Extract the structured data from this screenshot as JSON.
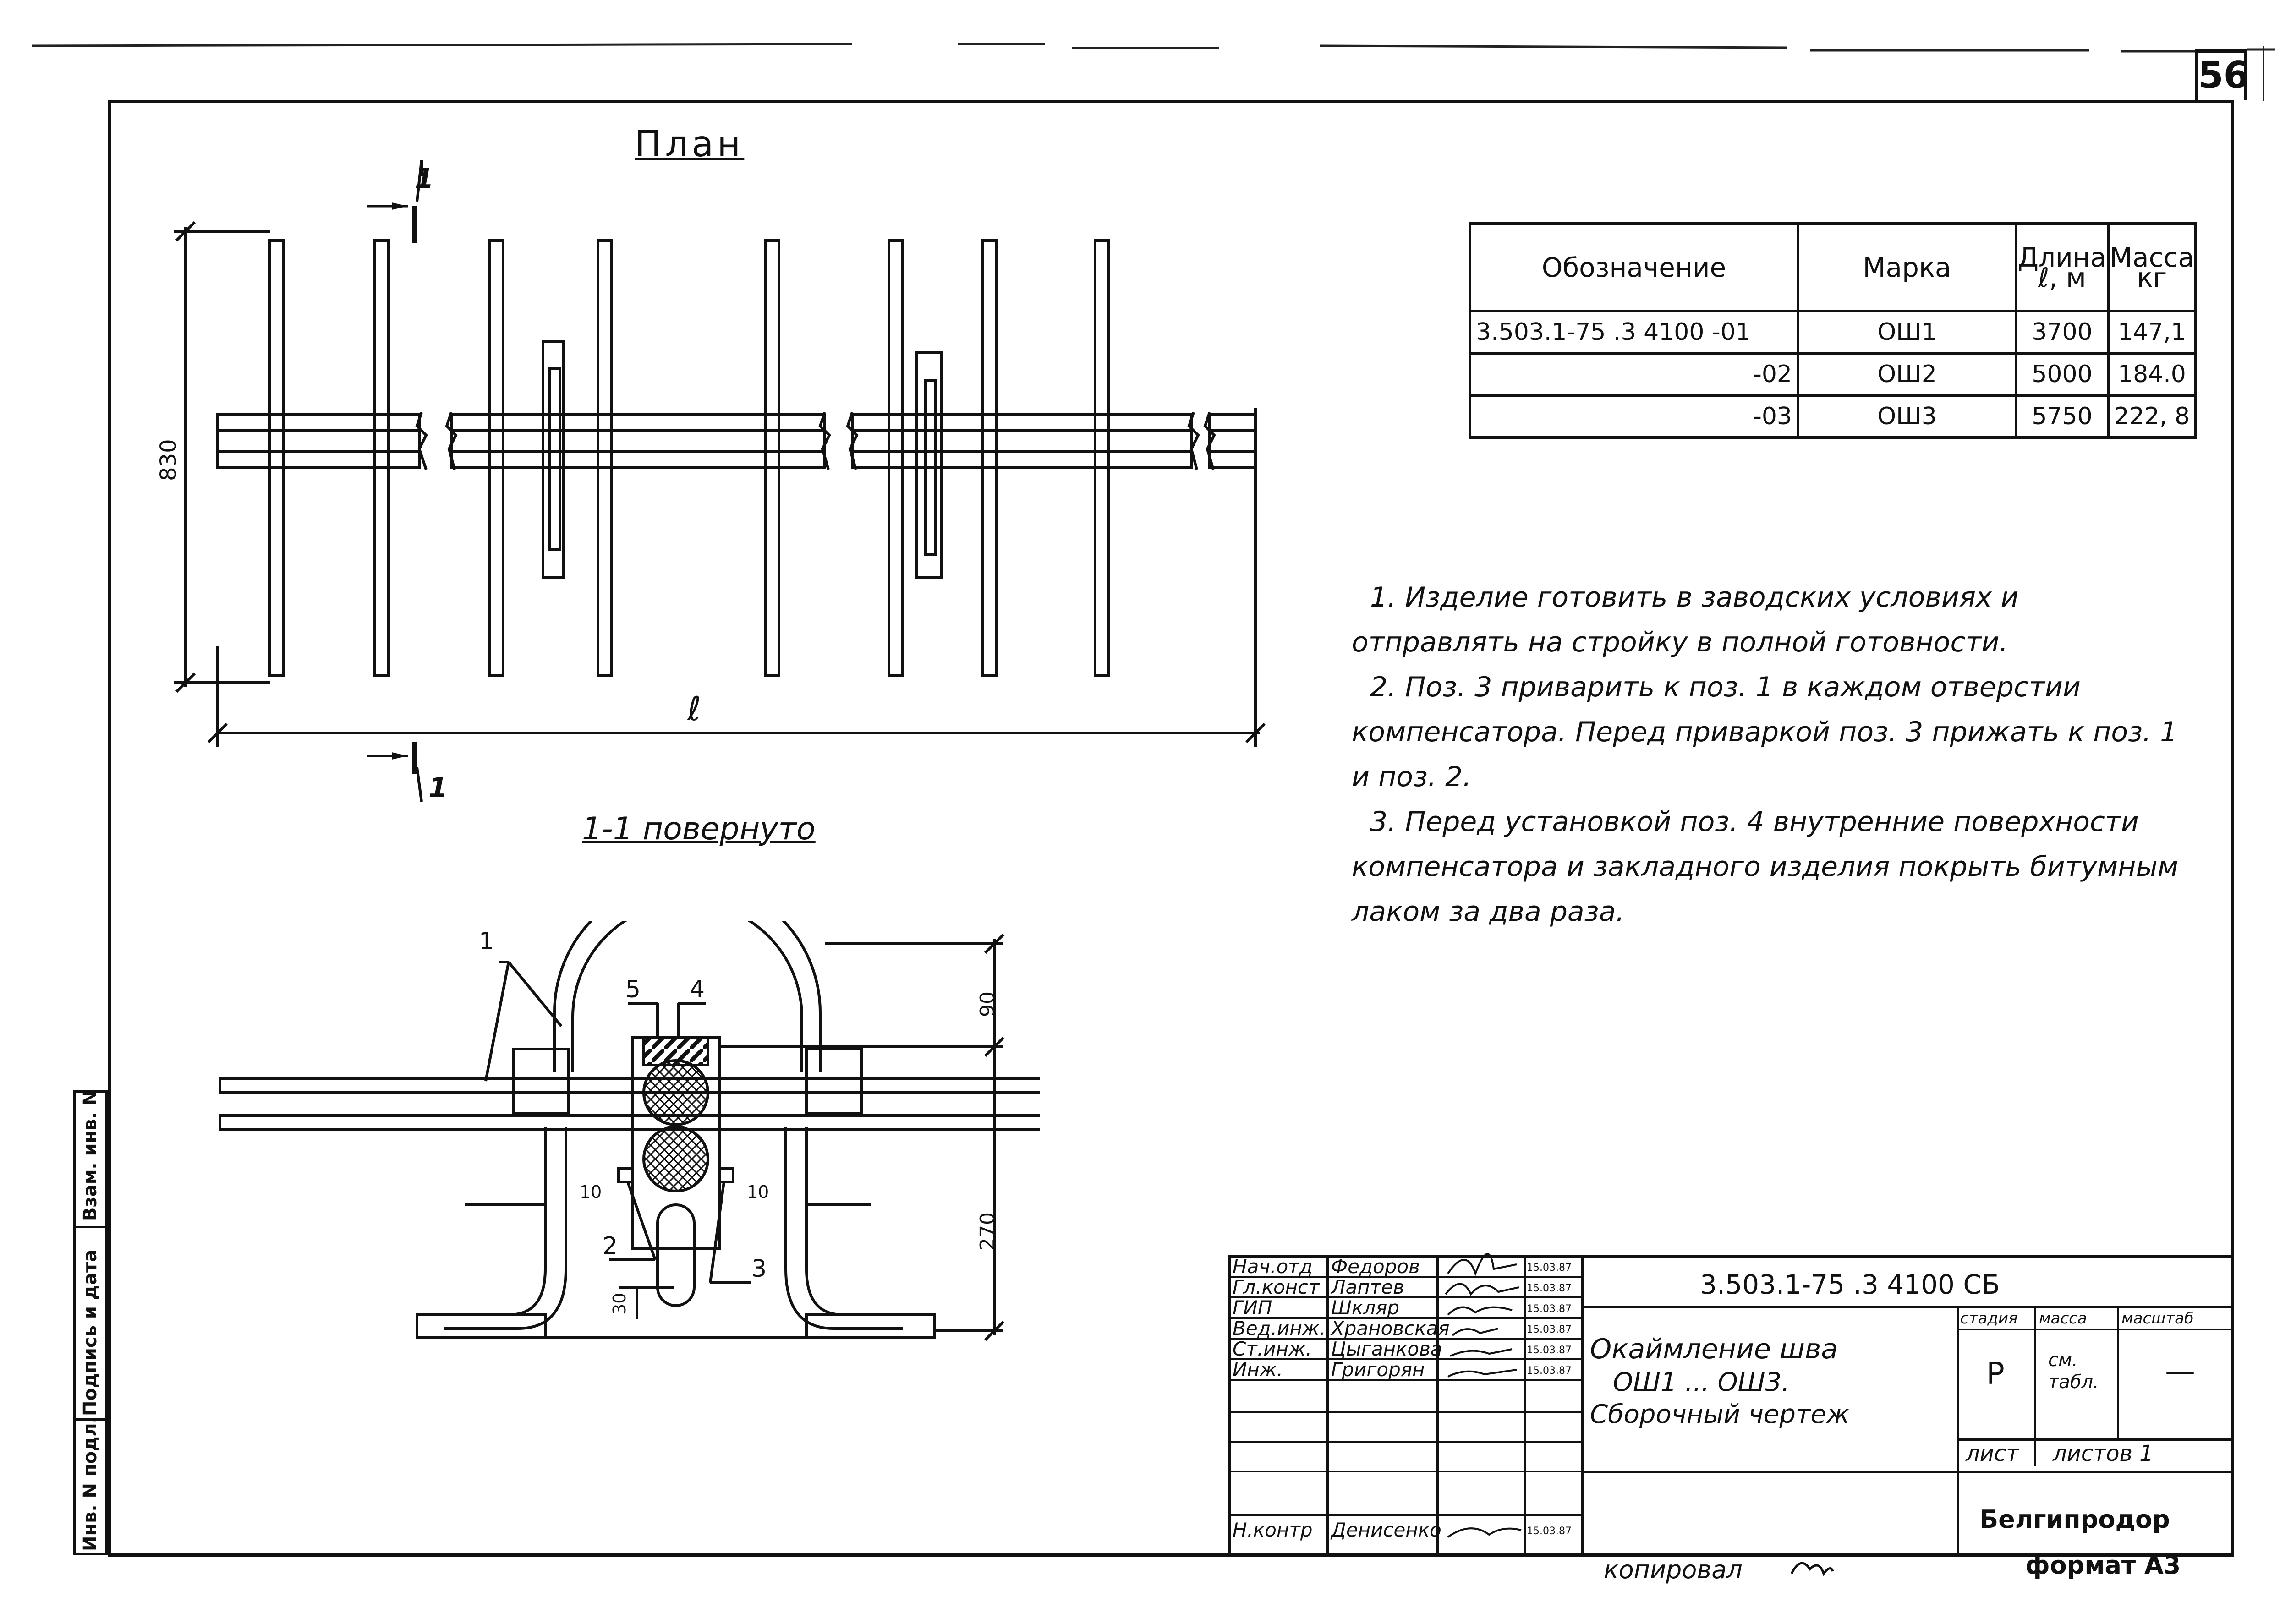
{
  "sheet_number": "56",
  "plan": {
    "title": "План",
    "section_mark": "1",
    "dim_width": "830",
    "dim_length": "ℓ"
  },
  "section": {
    "title": "1-1 повернуто",
    "dim_90": "90",
    "dim_270": "270",
    "dim_30": "30",
    "dim_10_left": "10",
    "dim_10_right": "10",
    "pos_1": "1",
    "pos_2": "2",
    "pos_3": "3",
    "pos_4": "4",
    "pos_5": "5"
  },
  "spec_table": {
    "headers": [
      "Обозначение",
      "Марка",
      "Длина ℓ, м",
      "Масса кг"
    ],
    "rows": [
      [
        "3.503.1-75 .3 4100 -01",
        "ОШ1",
        "3700",
        "147,1"
      ],
      [
        "-02",
        "ОШ2",
        "5000",
        "184.0"
      ],
      [
        "-03",
        "ОШ3",
        "5750",
        "222, 8"
      ]
    ]
  },
  "notes": [
    "1. Изделие готовить в заводских условиях и отправлять на стройку в полной готовности.",
    "2. Поз. 3 приварить к поз. 1 в каждом отверстии компенсатора. Перед приваркой поз. 3 прижать к поз. 1 и поз. 2.",
    "3. Перед установкой поз. 4 внутренние поверхности компенсатора и закладного изделия покрыть битумным лаком за два раза."
  ],
  "side_stamp": {
    "inv_no": "Инв. N подл.",
    "sign_date": "Подпись и дата",
    "replace_inv": "Взам. инв. N"
  },
  "title_block": {
    "roles": [
      "Нач.отд",
      "Гл.конст",
      "ГИП",
      "Вед.инж.",
      "Ст.инж.",
      "Инж.",
      "",
      "",
      "",
      "Н.контр"
    ],
    "names": [
      "Федоров",
      "Лаптев",
      "Шкляр",
      "Храновская",
      "Цыганкова",
      "Григорян",
      "",
      "",
      "",
      "Денисенко"
    ],
    "dates": [
      "15.03.87",
      "15.03.87",
      "15.03.87",
      "15.03.87",
      "15.03.87",
      "15.03.87",
      "",
      "",
      "",
      "15.03.87"
    ],
    "designation": "3.503.1-75 .3 4100 СБ",
    "name_line1": "Окаймление шва",
    "name_line2": "ОШ1 ... ОШ3.",
    "name_line3": "Сборочный чертеж",
    "stage_hdr": "стадия",
    "mass_hdr": "масса",
    "scale_hdr": "масштаб",
    "stage": "Р",
    "mass": "см. табл.",
    "scale": "—",
    "sheet": "лист",
    "sheets": "листов 1",
    "org": "Белгипродор"
  },
  "footer": {
    "copied": "копировал",
    "format": "формат А3"
  }
}
